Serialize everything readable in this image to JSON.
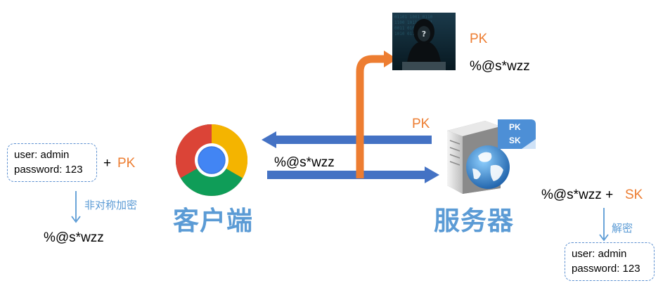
{
  "client": {
    "label": "客户端",
    "credentials": {
      "user_line": "user: admin",
      "password_line": "password: 123"
    },
    "plus_pk_plus": "+",
    "plus_pk_key": "PK",
    "encrypt_label": "非对称加密",
    "cipher": "%@s*wzz"
  },
  "server": {
    "label": "服务器",
    "keys": {
      "pk": "PK",
      "sk": "SK"
    },
    "cipher_plus": "%@s*wzz +",
    "sk_key": "SK",
    "decrypt_label": "解密",
    "credentials": {
      "user_line": "user: admin",
      "password_line": "password: 123"
    }
  },
  "arrows": {
    "to_client_label": "PK",
    "to_server_label": "%@s*wzz"
  },
  "attacker": {
    "pk": "PK",
    "cipher": "%@s*wzz"
  },
  "colors": {
    "blue": "#4472c4",
    "orange": "#ed7d31",
    "light_blue": "#5b9bd5"
  }
}
